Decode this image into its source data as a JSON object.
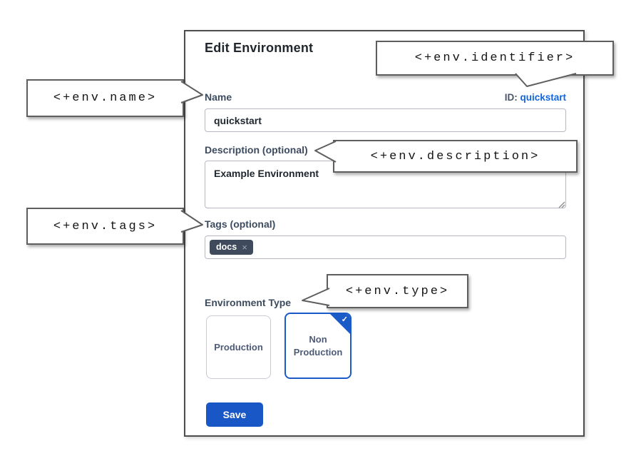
{
  "dialog": {
    "title": "Edit Environment",
    "name_label": "Name",
    "id_label": "ID:",
    "id_value": "quickstart",
    "name_value": "quickstart",
    "description_label": "Description (optional)",
    "description_value": "Example Environment",
    "tags_label": "Tags (optional)",
    "tag_chip": "docs",
    "tag_remove_icon": "×",
    "env_type_label": "Environment Type",
    "type_options": [
      {
        "label": "Production",
        "selected": false
      },
      {
        "label": "Non Production",
        "selected": true
      }
    ],
    "check_icon": "✓",
    "save_label": "Save"
  },
  "callouts": {
    "identifier": "<+env.identifier>",
    "name": "<+env.name>",
    "description": "<+env.description>",
    "tags": "<+env.tags>",
    "type": "<+env.type>"
  },
  "colors": {
    "accent_blue": "#1a5bc8",
    "link_blue": "#1266e3",
    "chip_bg": "#3f4a5c",
    "border_gray": "#5e5e5e"
  }
}
